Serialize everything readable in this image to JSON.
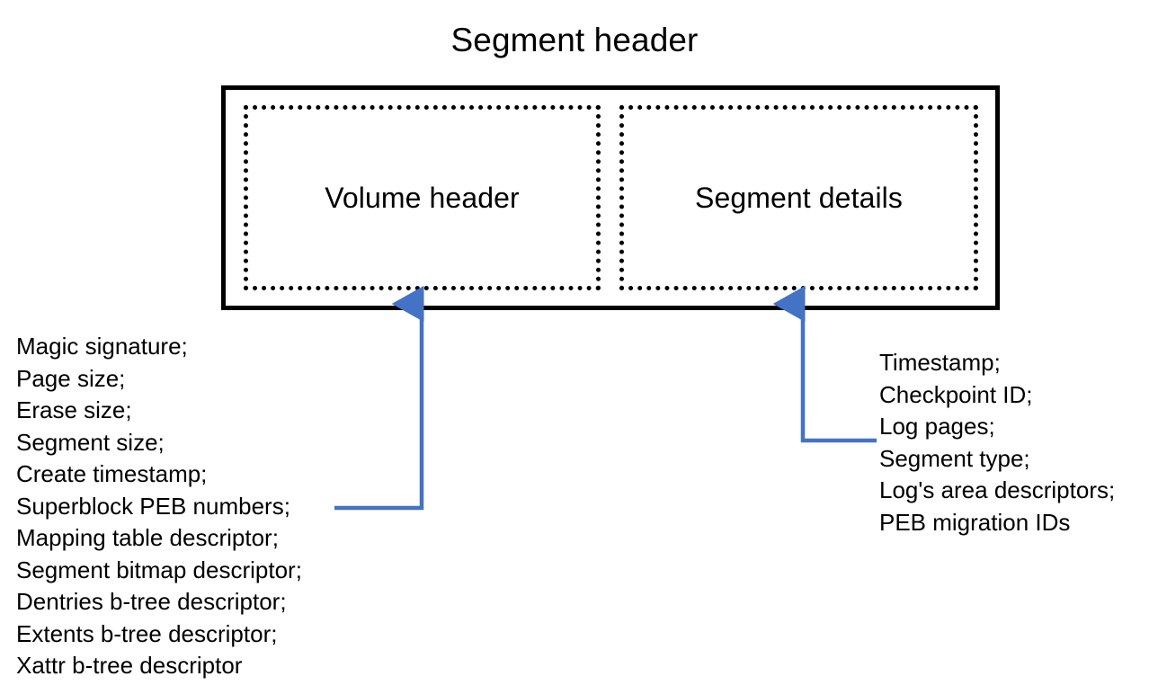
{
  "diagram": {
    "title": "Segment header",
    "outer_box_name": "Segment header",
    "boxes": [
      {
        "label": "Volume header"
      },
      {
        "label": "Segment details"
      }
    ],
    "volume_header_fields": [
      "Magic signature;",
      "Page size;",
      "Erase size;",
      "Segment size;",
      "Create timestamp;",
      "Superblock PEB numbers;",
      "Mapping table descriptor;",
      "Segment bitmap descriptor;",
      "Dentries b-tree descriptor;",
      "Extents b-tree descriptor;",
      "Xattr b-tree descriptor"
    ],
    "segment_details_fields": [
      "Timestamp;",
      "Checkpoint ID;",
      "Log pages;",
      "Segment type;",
      "Log's area descriptors;",
      "PEB migration IDs"
    ],
    "colors": {
      "arrow": "#4472C4",
      "outline": "#000000",
      "background": "#FFFFFF",
      "text": "#000000"
    }
  }
}
